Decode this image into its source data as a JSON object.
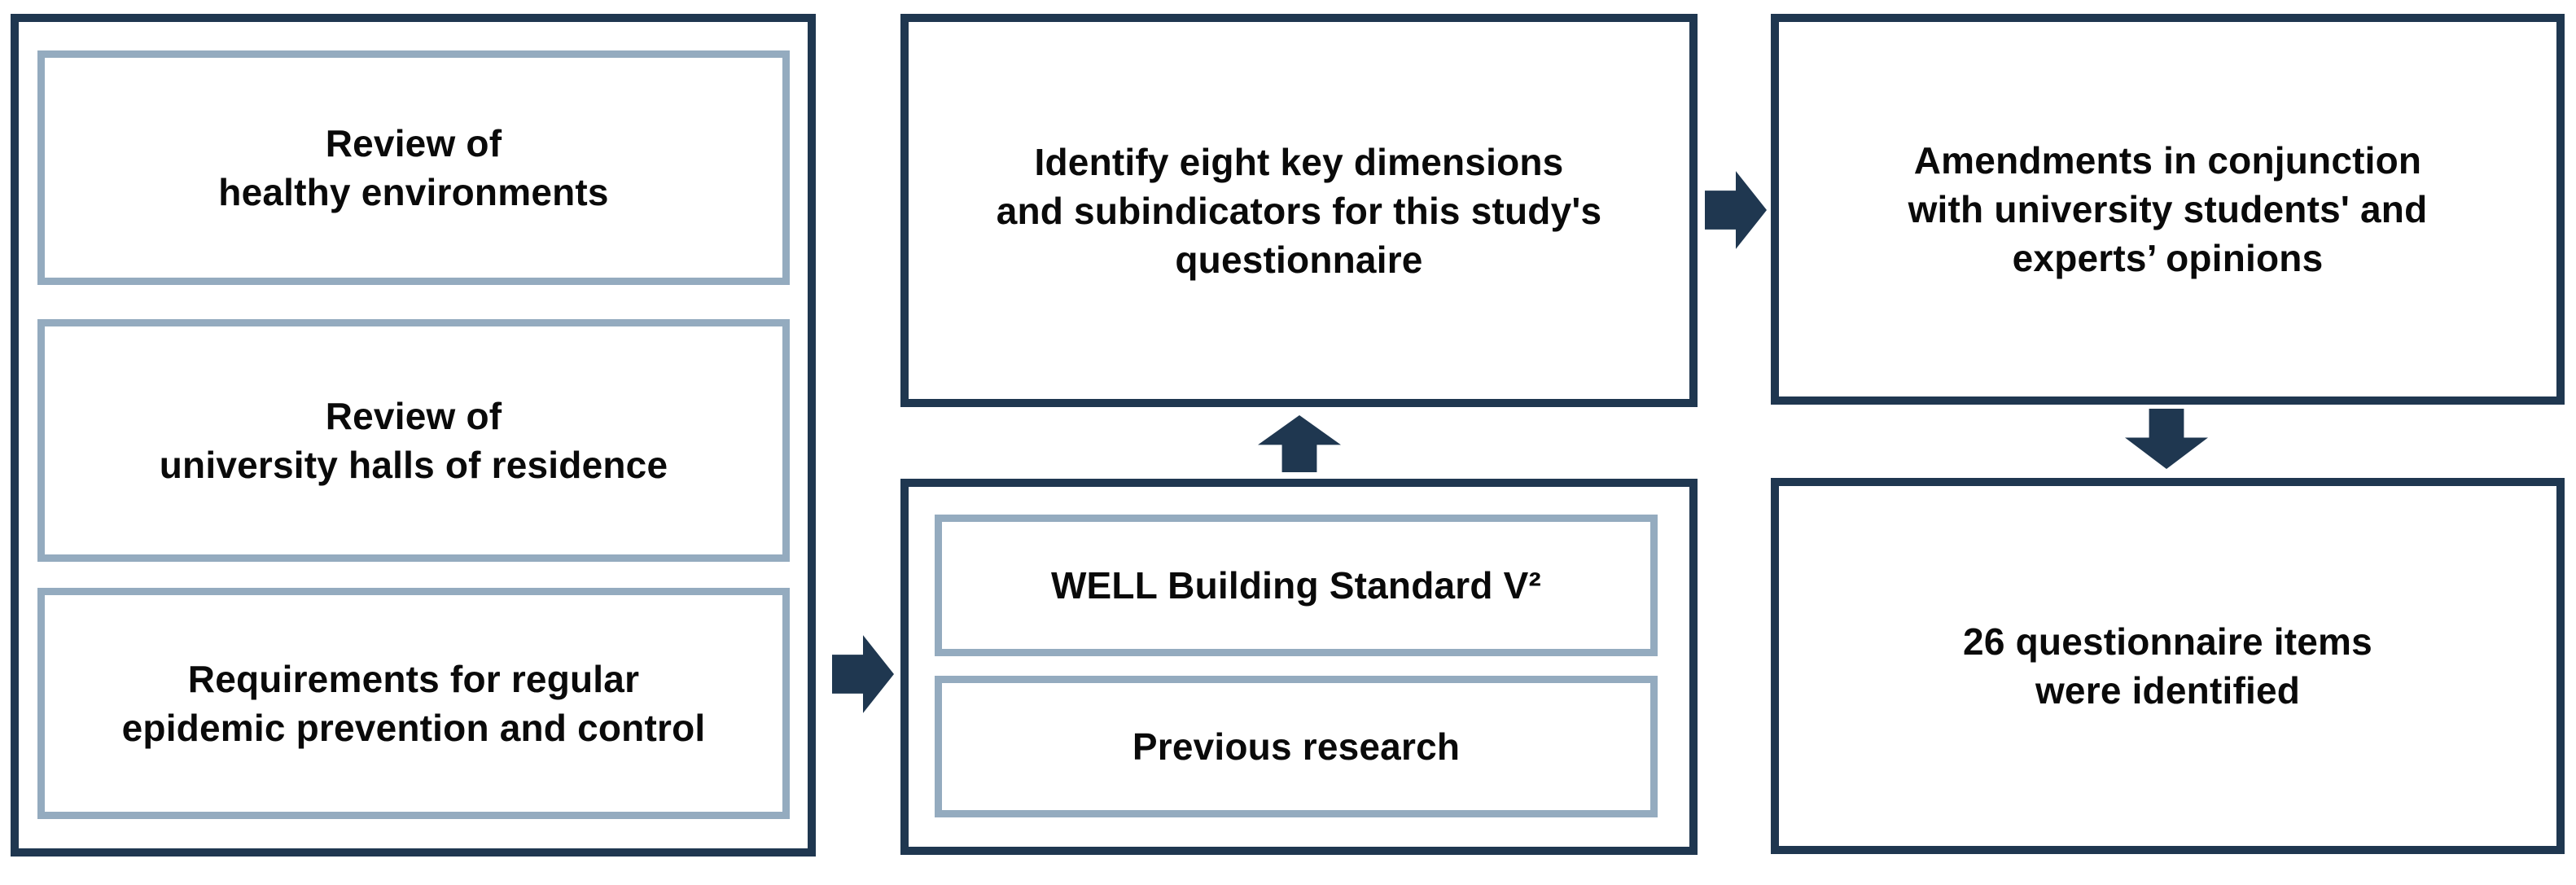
{
  "colors": {
    "box_border": "#1f3750",
    "inner_box_border": "#94abbf",
    "arrow": "#1f3750",
    "text": "#0a0a0a",
    "background": "#ffffff"
  },
  "flow": {
    "literature_panel": {
      "boxes": [
        {
          "label": "Review of\nhealthy environments"
        },
        {
          "label": "Review of\nuniversity halls of residence"
        },
        {
          "label": "Requirements for regular\nepidemic prevention and control"
        }
      ]
    },
    "identify_box": {
      "label": "Identify eight key dimensions\nand subindicators for this study's\nquestionnaire"
    },
    "sources_panel": {
      "boxes": [
        {
          "label": "WELL Building Standard V²"
        },
        {
          "label": "Previous research"
        }
      ]
    },
    "amendments_box": {
      "label": "Amendments in conjunction\nwith university students' and\nexperts’ opinions"
    },
    "result_box": {
      "label": "26 questionnaire items\nwere identified"
    },
    "arrows": [
      {
        "name": "literature-panel-to-sources",
        "direction": "right"
      },
      {
        "name": "sources-to-identify",
        "direction": "up"
      },
      {
        "name": "identify-to-amendments",
        "direction": "right"
      },
      {
        "name": "amendments-to-result",
        "direction": "down"
      }
    ]
  }
}
